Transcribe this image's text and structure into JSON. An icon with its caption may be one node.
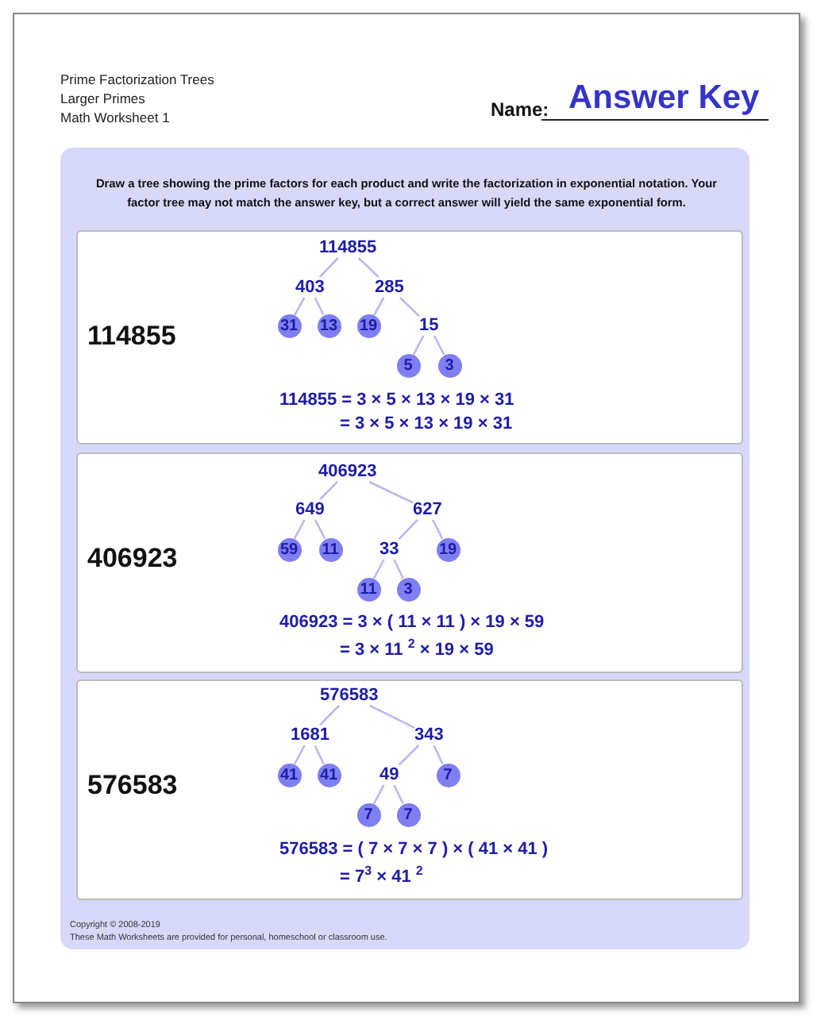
{
  "diagram": {
    "nodes": [
      {
        "text": [
          "114855",
          "114855 = 3 × 5 × 13 × 19 × 31",
          "= 3 × 5 × 13 × 19 × 31"
        ]
      },
      {
        "text": [
          "114855"
        ],
        "in": 0
      },
      {
        "text": [
          "403"
        ],
        "in": 0
      },
      {
        "text": [
          "285"
        ],
        "in": 0
      },
      {
        "text": [
          "31"
        ],
        "in": 0
      },
      {
        "text": [
          "13"
        ],
        "in": 0
      },
      {
        "text": [
          "19"
        ],
        "in": 0
      },
      {
        "text": [
          "15"
        ],
        "in": 0
      },
      {
        "text": [
          "5"
        ],
        "in": 0
      },
      {
        "text": [
          "3"
        ],
        "in": 0
      },
      {
        "text": [
          "406923",
          "406923 = 3 × ( 11 × 11 ) × 19 × 59",
          "= 3 × 11 $^{2}$ × 19 × 59"
        ]
      },
      {
        "text": [
          "406923"
        ],
        "in": 10
      },
      {
        "text": [
          "649"
        ],
        "in": 10
      },
      {
        "text": [
          "627"
        ],
        "in": 10
      },
      {
        "text": [
          "59"
        ],
        "in": 10
      },
      {
        "text": [
          "11"
        ],
        "in": 10
      },
      {
        "text": [
          "33"
        ],
        "in": 10
      },
      {
        "text": [
          "19"
        ],
        "in": 10
      },
      {
        "text": [
          "11"
        ],
        "in": 10
      },
      {
        "text": [
          "3"
        ],
        "in": 10
      },
      {
        "text": [
          "576583",
          "576583 = ( 7 × 7 × 7 ) × ( 41 × 41 )",
          "= 7$^{3}$ × 41 $^{2}$"
        ]
      },
      {
        "text": [
          "576583"
        ],
        "in": 20
      },
      {
        "text": [
          "1681"
        ],
        "in": 20
      },
      {
        "text": [
          "343"
        ],
        "in": 20
      },
      {
        "text": [
          "41"
        ],
        "in": 20
      },
      {
        "text": [
          "41"
        ],
        "in": 20
      },
      {
        "text": [
          "49"
        ],
        "in": 20
      },
      {
        "text": [
          "7"
        ],
        "in": 20
      },
      {
        "text": [
          "7"
        ],
        "in": 20
      },
      {
        "text": [
          "7"
        ],
        "in": 20
      }
    ],
    "edges": [
      {
        "from": 1,
        "to": 2,
        "arrow": "none"
      },
      {
        "from": 1,
        "to": 3,
        "arrow": "none"
      },
      {
        "from": 2,
        "to": 4,
        "arrow": "none"
      },
      {
        "from": 2,
        "to": 5,
        "arrow": "none"
      },
      {
        "from": 3,
        "to": 6,
        "arrow": "none"
      },
      {
        "from": 3,
        "to": 7,
        "arrow": "none"
      },
      {
        "from": 7,
        "to": 8,
        "arrow": "none"
      },
      {
        "from": 7,
        "to": 9,
        "arrow": "none"
      },
      {
        "from": 11,
        "to": 12,
        "arrow": "none"
      },
      {
        "from": 11,
        "to": 13,
        "arrow": "none"
      },
      {
        "from": 12,
        "to": 14,
        "arrow": "none"
      },
      {
        "from": 12,
        "to": 15,
        "arrow": "none"
      },
      {
        "from": 13,
        "to": 16,
        "arrow": "none"
      },
      {
        "from": 13,
        "to": 17,
        "arrow": "none"
      },
      {
        "from": 16,
        "to": 18,
        "arrow": "none"
      },
      {
        "from": 16,
        "to": 19,
        "arrow": "none"
      },
      {
        "from": 21,
        "to": 22,
        "arrow": "none"
      },
      {
        "from": 21,
        "to": 23,
        "arrow": "none"
      },
      {
        "from": 22,
        "to": 24,
        "arrow": "none"
      },
      {
        "from": 22,
        "to": 25,
        "arrow": "none"
      },
      {
        "from": 23,
        "to": 26,
        "arrow": "none"
      },
      {
        "from": 23,
        "to": 27,
        "arrow": "none"
      },
      {
        "from": 26,
        "to": 28,
        "arrow": "none"
      },
      {
        "from": 26,
        "to": 29,
        "arrow": "none"
      }
    ],
    "labels": [
      "Prime Factorization Trees",
      "Larger Primes",
      "Math Worksheet 1",
      "Name:",
      "Answer Key",
      "Draw a tree showing the prime factors for each product and write the factorization in exponential notation. Your factor tree may not match the answer key, but a correct answer will yield the same exponential form.",
      "Copyright © 2008-2019",
      "These Math Worksheets are provided for personal, homeschool or classroom use."
    ]
  }
}
